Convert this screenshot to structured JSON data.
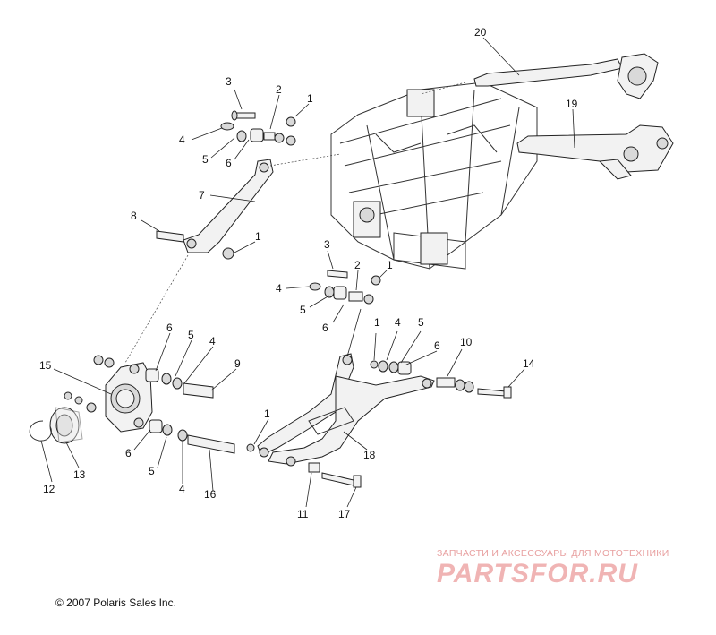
{
  "callouts": {
    "c1a": "1",
    "c1b": "1",
    "c1c": "1",
    "c1d": "1",
    "c1e": "1",
    "c2a": "2",
    "c2b": "2",
    "c3a": "3",
    "c3b": "3",
    "c4a": "4",
    "c4b": "4",
    "c4c": "4",
    "c4d": "4",
    "c4e": "4",
    "c5a": "5",
    "c5b": "5",
    "c5c": "5",
    "c5d": "5",
    "c5e": "5",
    "c6a": "6",
    "c6b": "6",
    "c6c": "6",
    "c6d": "6",
    "c6e": "6",
    "c7": "7",
    "c8": "8",
    "c9": "9",
    "c10": "10",
    "c11": "11",
    "c12": "12",
    "c13": "13",
    "c14": "14",
    "c15": "15",
    "c16": "16",
    "c17": "17",
    "c18": "18",
    "c19": "19",
    "c20": "20"
  },
  "footer": {
    "copyright": "© 2007 Polaris Sales Inc."
  },
  "watermark": {
    "tagline": "ЗАПЧАСТИ И АКСЕССУАРЫ ДЛЯ МОТОТЕХНИКИ",
    "logo": "PARTSFOR.RU"
  }
}
